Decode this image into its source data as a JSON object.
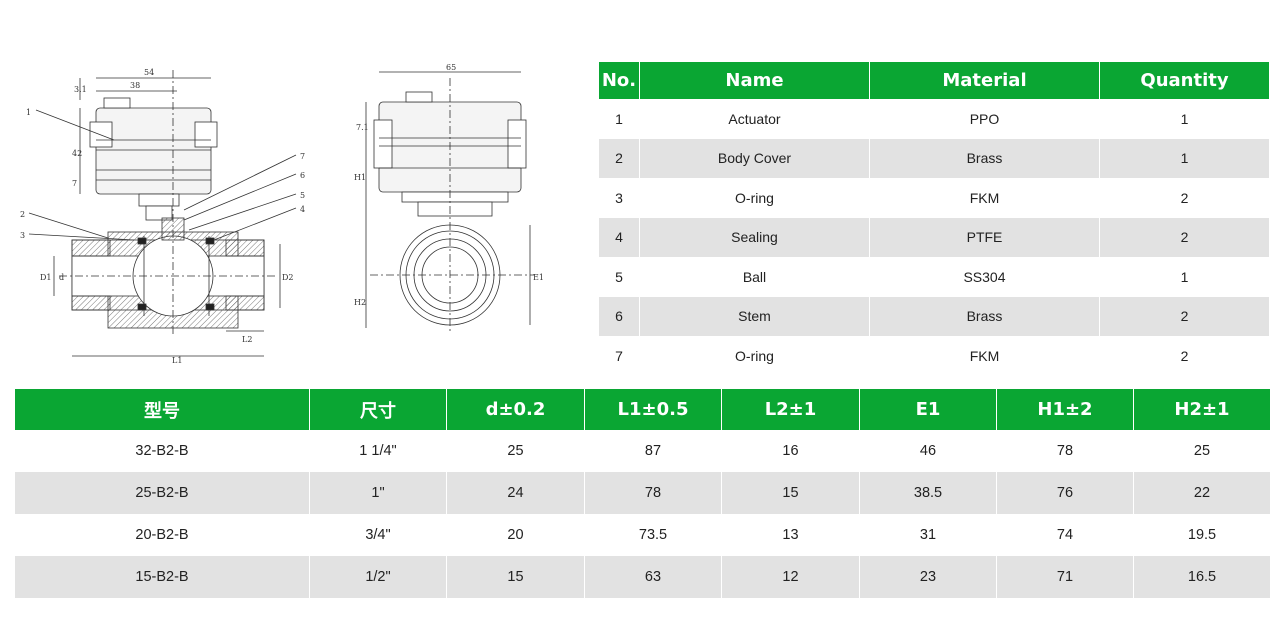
{
  "drawing": {
    "side_view": {
      "dims_top": [
        "54",
        "38",
        "3.1"
      ],
      "dims_left": [
        "42",
        "7"
      ],
      "dims_body": [
        "D1",
        "d",
        "D2",
        "L2",
        "L1"
      ],
      "callouts": [
        "1",
        "2",
        "3",
        "4",
        "5",
        "6",
        "7"
      ]
    },
    "front_view": {
      "dims": [
        "65",
        "7.1",
        "H1",
        "H2",
        "E1"
      ]
    }
  },
  "parts_table": {
    "headers": [
      "No.",
      "Name",
      "Material",
      "Quantity"
    ],
    "rows": [
      [
        "1",
        "Actuator",
        "PPO",
        "1"
      ],
      [
        "2",
        "Body Cover",
        "Brass",
        "1"
      ],
      [
        "3",
        "O-ring",
        "FKM",
        "2"
      ],
      [
        "4",
        "Sealing",
        "PTFE",
        "2"
      ],
      [
        "5",
        "Ball",
        "SS304",
        "1"
      ],
      [
        "6",
        "Stem",
        "Brass",
        "2"
      ],
      [
        "7",
        "O-ring",
        "FKM",
        "2"
      ]
    ]
  },
  "spec_table": {
    "headers": [
      "型号",
      "尺寸",
      "d±0.2",
      "L1±0.5",
      "L2±1",
      "E1",
      "H1±2",
      "H2±1"
    ],
    "rows": [
      [
        "32-B2-B",
        "1 1/4\"",
        "25",
        "87",
        "16",
        "46",
        "78",
        "25"
      ],
      [
        "25-B2-B",
        "1\"",
        "24",
        "78",
        "15",
        "38.5",
        "76",
        "22"
      ],
      [
        "20-B2-B",
        "3/4\"",
        "20",
        "73.5",
        "13",
        "31",
        "74",
        "19.5"
      ],
      [
        "15-B2-B",
        "1/2\"",
        "15",
        "63",
        "12",
        "23",
        "71",
        "16.5"
      ]
    ]
  },
  "colors": {
    "header_green": "#0aa633",
    "row_gray": "#e2e2e2"
  }
}
